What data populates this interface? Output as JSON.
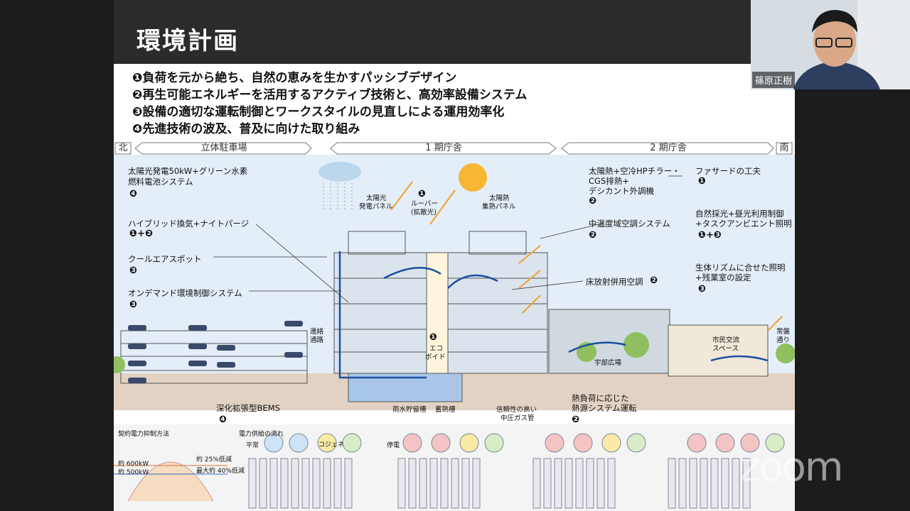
{
  "slide": {
    "title": "環境計画",
    "bullets": [
      "❶負荷を元から絶ち、自然の恵みを生かすパッシブデザイン",
      "❷再生可能エネルギーを活用するアクティブ技術と、高効率設備システム",
      "❸設備の適切な運転制御とワークスタイルの見直しによる運用効率化",
      "❹先進技術の波及、普及に向けた取り組み"
    ],
    "strip": {
      "north": "北",
      "parking": "立体駐車場",
      "phase1": "1 期庁舎",
      "phase2": "2 期庁舎",
      "south": "南"
    },
    "left_labels": {
      "solar": "太陽光発電50kW+グリーン水素",
      "solar2": "燃料電池システム",
      "solar_num": "❹",
      "hybrid": "ハイブリッド換気+ナイトパージ",
      "hybrid_num": "❶+❷",
      "cool": "クールエアスポット",
      "cool_num": "❸",
      "ondemand": "オンデマンド環境制御システム",
      "ondemand_num": "❸"
    },
    "center_labels": {
      "pv1": "太陽光",
      "pv2": "発電パネル",
      "louver_num": "❶",
      "louver1": "ルーバー",
      "louver2": "(拡散光)",
      "heat1": "太陽熱",
      "heat2": "集熱パネル",
      "renraku1": "連絡",
      "renraku2": "通路",
      "eco_num": "❶",
      "eco1": "エコ",
      "eco2": "ボイド",
      "rain": "雨水貯留槽",
      "thermal": "蓄熱槽",
      "gas1": "信頼性の高い",
      "gas2": "中圧ガス管",
      "bems": "深化拡張型BEMS",
      "bems_num": "❹"
    },
    "right_labels": {
      "solarhp1": "太陽熱+空冷HPチラー・",
      "solarhp2": "CGS排熱+",
      "solarhp3": "デシカント外調機",
      "solarhp_num": "❷",
      "midtemp": "中温度域空調システム",
      "midtemp_num": "❷",
      "floor": "床放射併用空調",
      "floor_num": "❷",
      "facade": "ファサードの工夫",
      "facade_num": "❶",
      "daylight1": "自然採光+昼光利用制御",
      "daylight2": "+タスクアンビエント照明",
      "daylight_num": "❶+❸",
      "rhythm1": "生体リズムに合せた照明",
      "rhythm2": "+残業室の設定",
      "rhythm_num": "❸",
      "plaza": "宇部広場",
      "citizen1": "市民交流",
      "citizen2": "スペース",
      "street1": "常盤",
      "street2": "通り",
      "heatload1": "熱負荷に応じた",
      "heatload2": "熱源システム運転",
      "heatload_num": "❷"
    },
    "bottom": {
      "contract_title": "契約電力抑制方法",
      "power_flow_title": "電力供給の流れ",
      "p1": "約 25%低減",
      "p2": "最大約 40%低減",
      "kw1": "約 600kW",
      "kw2": "約 500kW",
      "cogen": "コジェネ",
      "flat": "平常",
      "outage": "停電"
    }
  },
  "participant": {
    "name": "篠原正樹"
  },
  "watermark": "zoom",
  "colors": {
    "header_bg": "#2b2b2b",
    "bg_black": "#1c1c1c",
    "arrow_blue": "#1a4fa0",
    "arrow_orange": "#f0a030",
    "sky": "#dce9f6"
  }
}
